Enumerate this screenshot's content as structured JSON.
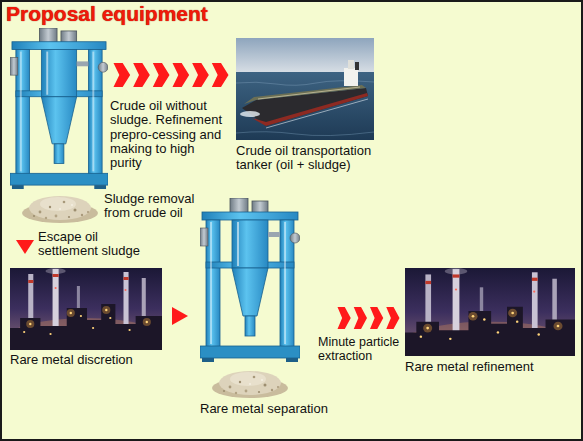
{
  "diagram": {
    "title": "Proposal equipment",
    "nodes": [
      {
        "text": [
          "Sludge removal from crude oil"
        ]
      },
      {
        "text": [
          "Crude oil transportation tanker (oil + sludge)"
        ]
      },
      {
        "text": [
          "Rare metal discretion"
        ]
      },
      {
        "text": [
          "Rare metal separation"
        ]
      },
      {
        "text": [
          "Rare metal refinement"
        ]
      }
    ],
    "edges": [
      {
        "from": 0,
        "to": 1,
        "arrow": "to",
        "label": "Crude oil without sludge. Refinement prepro-cessing and making to high purity"
      },
      {
        "from": 0,
        "to": 2,
        "arrow": "to",
        "label": "Escape oil settlement sludge"
      },
      {
        "from": 2,
        "to": 3,
        "arrow": "to"
      },
      {
        "from": 3,
        "to": 4,
        "arrow": "to",
        "label": "Minute particle extraction"
      }
    ]
  }
}
